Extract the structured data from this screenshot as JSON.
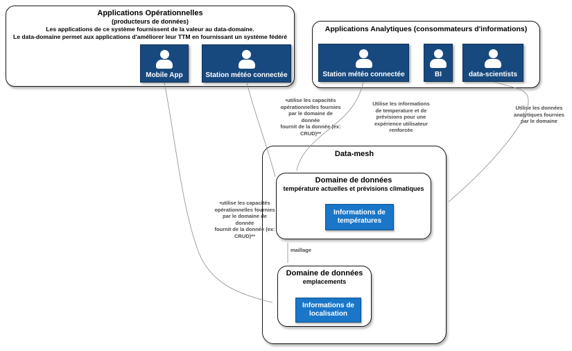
{
  "colors": {
    "actor_box": "#17497E",
    "data_product_button": "#1976C8",
    "container_border": "#151515",
    "note_text": "#4a4a4a",
    "connector_line": "#8a8a8a"
  },
  "operational": {
    "title": "Applications Opérationnelles",
    "subtitle": "(producteurs de données)",
    "description1": "Les applications de ce système fournissent de la valeur au data-domaine.",
    "description2": "Le data-domaine permet aux applications d'améliorer leur TTM en fournissant un système fédéré",
    "actors": [
      {
        "label": "Mobile App",
        "icon": "person-icon"
      },
      {
        "label": "Station météo connectée",
        "icon": "person-icon"
      }
    ]
  },
  "analytics": {
    "title": "Applications Analytiques (consommateurs d'informations)",
    "actors": [
      {
        "label": "Station météo connectée",
        "icon": "person-icon"
      },
      {
        "label": "BI",
        "icon": "person-icon"
      },
      {
        "label": "data-scientists",
        "icon": "person-icon"
      }
    ]
  },
  "datamesh": {
    "title": "Data-mesh",
    "temperature_domain": {
      "title": "Domaine de données",
      "subtitle": "température actuelles et prévisions climatiques",
      "data_product": "Informations de températures"
    },
    "location_domain": {
      "title": "Domaine de données",
      "subtitle": "emplacements",
      "data_product": "Informations de localisation"
    },
    "mesh_link_label": "maillage"
  },
  "annotations": {
    "operational_note_1": "•utilise les capacités\nopérationnelles fournies\npar le domaine de\ndonnée\nfournit de la donnée (ex:\nCRUD)**",
    "operational_note_2": "•utilise les capacités\nopérationnelles fournies\npar le domaine de\ndonnée\nfournit de la donnée (ex:\nCRUD)**",
    "analytics_station_note": "Utilise les informations\nde temperature et de\nprévisions pour une\nexpérience utilisateur\nrenforcée",
    "data_scientists_note": "Utilise les données\nanalytiques fournies\npar le domaine"
  }
}
